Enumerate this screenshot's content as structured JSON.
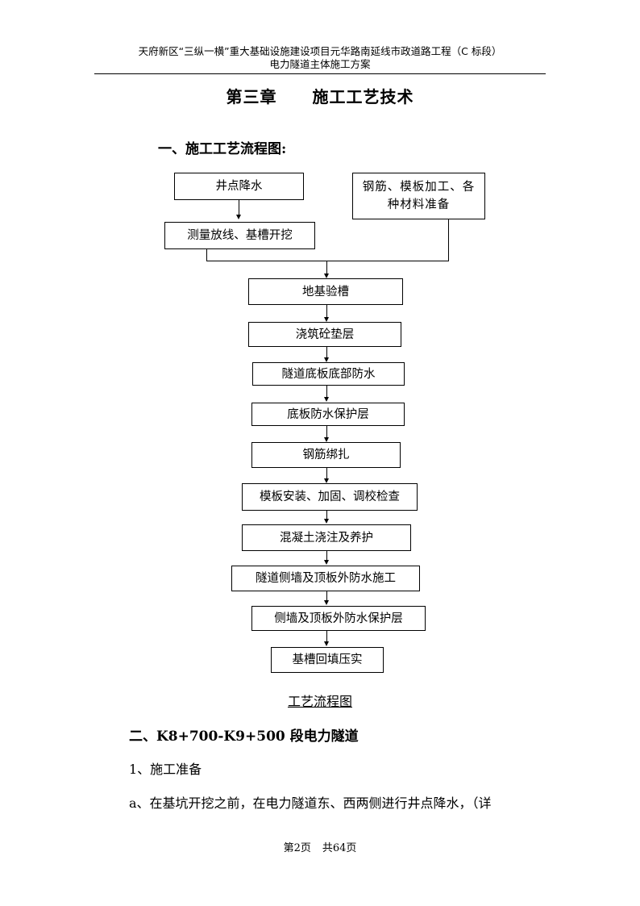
{
  "header": {
    "line1": "天府新区“三纵一横”重大基础设施建设项目元华路南延线市政道路工程（C 标段）",
    "line2": "电力隧道主体施工方案"
  },
  "chapter": {
    "number": "第三章",
    "title": "施工工艺技术"
  },
  "section1": {
    "title": "一、施工工艺流程图:"
  },
  "flow": {
    "well": "井点降水",
    "material": "钢筋、模板加工、各种材料准备",
    "survey": "测量放线、基槽开挖",
    "steps": [
      "地基验槽",
      "浇筑砼垫层",
      "隧道底板底部防水",
      "底板防水保护层",
      "钢筋绑扎",
      "模板安装、加固、调校检查",
      "混凝土浇注及养护",
      "隧道侧墙及顶板外防水施工",
      "侧墙及顶板外防水保护层",
      "基槽回填压实"
    ]
  },
  "caption": "工艺流程图",
  "section2": {
    "title": "二、K8+700-K9+500 段电力隧道"
  },
  "para1": "1、施工准备",
  "para2": "a、在基坑开挖之前，在电力隧道东、西两侧进行井点降水，（详",
  "footer": {
    "page": "第2页",
    "total": "共64页"
  }
}
